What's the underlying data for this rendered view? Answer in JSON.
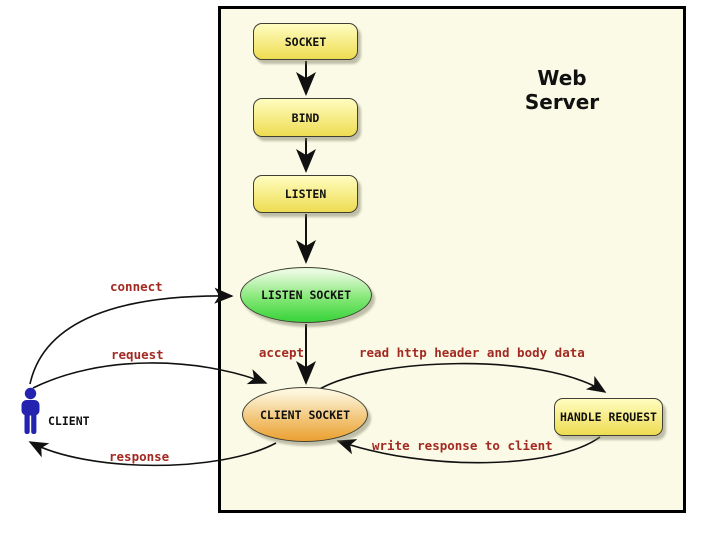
{
  "title": "Web Server",
  "actor": {
    "label": "CLIENT"
  },
  "nodes": {
    "socket": {
      "label": "SOCKET"
    },
    "bind": {
      "label": "BIND"
    },
    "listen": {
      "label": "LISTEN"
    },
    "listen_socket": {
      "label": "LISTEN SOCKET"
    },
    "client_socket": {
      "label": "CLIENT SOCKET"
    },
    "handle_request": {
      "label": "HANDLE REQUEST"
    }
  },
  "edges": {
    "socket_to_bind": {
      "from": "socket",
      "to": "bind",
      "label": ""
    },
    "bind_to_listen": {
      "from": "bind",
      "to": "listen",
      "label": ""
    },
    "listen_to_listen_socket": {
      "from": "listen",
      "to": "listen_socket",
      "label": ""
    },
    "accept": {
      "from": "listen_socket",
      "to": "client_socket",
      "label": "accept"
    },
    "connect": {
      "from": "client",
      "to": "listen_socket",
      "label": "connect"
    },
    "request": {
      "from": "client",
      "to": "client_socket",
      "label": "request"
    },
    "response": {
      "from": "client_socket",
      "to": "client",
      "label": "response"
    },
    "read": {
      "from": "client_socket",
      "to": "handle_request",
      "label": "read http header and body data"
    },
    "write": {
      "from": "handle_request",
      "to": "client_socket",
      "label": "write response to client"
    }
  },
  "colors": {
    "edge_label": "#a32a22",
    "server_box_fill": "#fafae6",
    "server_box_border": "#000000",
    "node_yellow_top": "#fffdc0",
    "node_yellow_bottom": "#eedc52",
    "green_top": "#e8fadf",
    "green_bottom": "#3fd53f",
    "orange_top": "#fdf6dd",
    "orange_bottom": "#eca438",
    "actor_blue": "#2323b0",
    "arrow": "#111111"
  }
}
